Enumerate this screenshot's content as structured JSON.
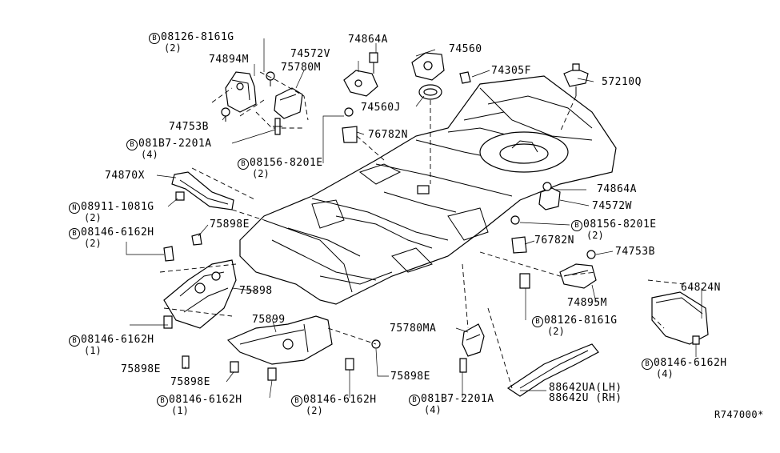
{
  "diagram": {
    "labels": {
      "p08126_8161G_top": {
        "prefix": "B",
        "text": "08126-8161G",
        "qty": "(2)"
      },
      "p74894M": {
        "text": "74894M"
      },
      "p74572V": {
        "text": "74572V"
      },
      "p74864A_top": {
        "text": "74864A"
      },
      "p74560": {
        "text": "74560"
      },
      "p74305F": {
        "text": "74305F"
      },
      "p57210Q": {
        "text": "57210Q"
      },
      "p75780M": {
        "text": "75780M"
      },
      "p74560J": {
        "text": "74560J"
      },
      "p74753B_left": {
        "text": "74753B"
      },
      "p76782N_top": {
        "text": "76782N"
      },
      "p081B7_2201A_top": {
        "prefix": "B",
        "text": "081B7-2201A",
        "qty": "(4)"
      },
      "p08156_8201E_top": {
        "prefix": "B",
        "text": "08156-8201E",
        "qty": "(2)"
      },
      "p74870X": {
        "text": "74870X"
      },
      "p08911_1081G": {
        "prefix": "N",
        "text": "08911-1081G",
        "qty": "(2)"
      },
      "p75898E_top": {
        "text": "75898E"
      },
      "p08146_6162H_left": {
        "prefix": "B",
        "text": "08146-6162H",
        "qty": "(2)"
      },
      "p74864A_right": {
        "text": "74864A"
      },
      "p74572W": {
        "text": "74572W"
      },
      "p08156_8201E_right": {
        "prefix": "B",
        "text": "08156-8201E",
        "qty": "(2)"
      },
      "p76782N_right": {
        "text": "76782N"
      },
      "p74753B_right": {
        "text": "74753B"
      },
      "p75898": {
        "text": "75898"
      },
      "p74895M": {
        "text": "74895M"
      },
      "p08126_8161G_right": {
        "prefix": "B",
        "text": "08126-8161G",
        "qty": "(2)"
      },
      "p64824N": {
        "text": "64824N"
      },
      "p75899": {
        "text": "75899"
      },
      "p08146_6162H_mid": {
        "prefix": "B",
        "text": "08146-6162H",
        "qty": "(1)"
      },
      "p75780MA": {
        "text": "75780MA"
      },
      "p75898E_left": {
        "text": "75898E"
      },
      "p75898E_mid": {
        "text": "75898E"
      },
      "p75898E_right": {
        "text": "75898E"
      },
      "p08146_6162H_farright": {
        "prefix": "B",
        "text": "08146-6162H",
        "qty": "(4)"
      },
      "p88642UA": {
        "text": "88642UA(LH)"
      },
      "p88642U": {
        "text": "88642U (RH)"
      },
      "p08146_6162H_bot1": {
        "prefix": "B",
        "text": "08146-6162H",
        "qty": "(1)"
      },
      "p08146_6162H_bot2": {
        "prefix": "B",
        "text": "08146-6162H",
        "qty": "(2)"
      },
      "p081B7_2201A_bot": {
        "prefix": "B",
        "text": "081B7-2201A",
        "qty": "(4)"
      },
      "ref_code": {
        "text": "R747000*"
      }
    }
  }
}
